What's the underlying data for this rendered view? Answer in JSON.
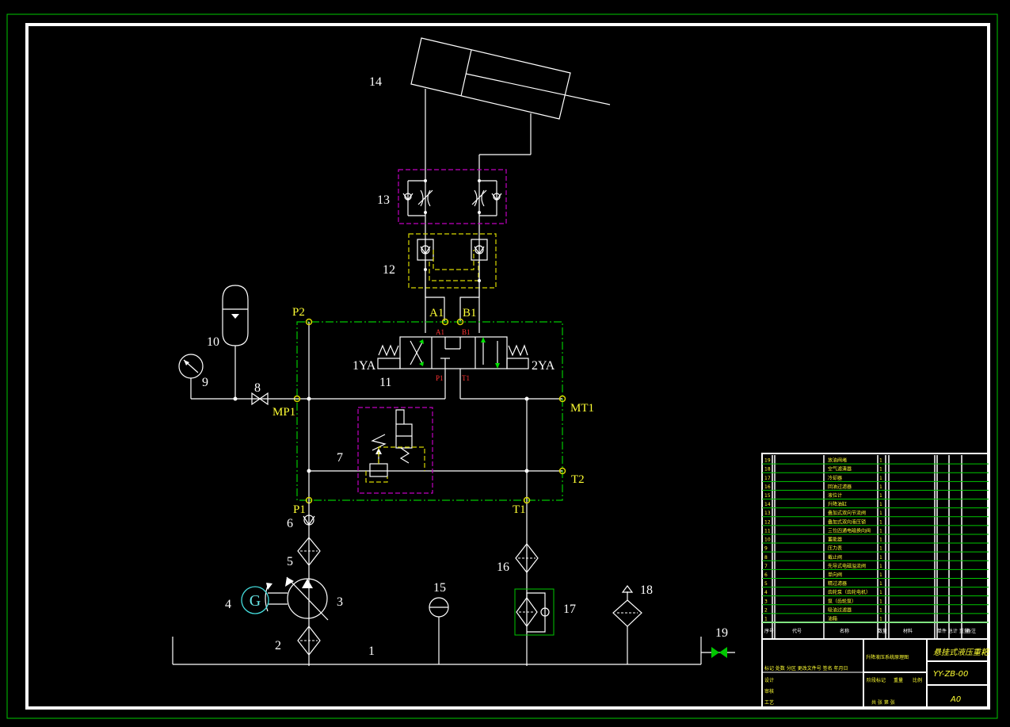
{
  "labels": {
    "n1": "1",
    "n2": "2",
    "n3": "3",
    "n4": "4",
    "n5": "5",
    "n6": "6",
    "n7": "7",
    "n8": "8",
    "n9": "9",
    "n10": "10",
    "n11": "11",
    "n12": "12",
    "n13": "13",
    "n14": "14",
    "n15": "15",
    "n16": "16",
    "n17": "17",
    "n18": "18",
    "n19": "19"
  },
  "motor_symbol": "G",
  "solenoids": {
    "left": "1YA",
    "right": "2YA"
  },
  "ports": {
    "p2": "P2",
    "a1": "A1",
    "b1": "B1",
    "mp1": "MP1",
    "mt1": "MT1",
    "t2": "T2",
    "p1": "P1",
    "t1": "T1"
  },
  "valve_ports": {
    "a1": "A1",
    "b1": "B1",
    "p1": "P1",
    "t1": "T1"
  },
  "title_block": {
    "headers": [
      "序号",
      "代号",
      "名称",
      "数量",
      "材料",
      "单件 总计 重量",
      "备注"
    ],
    "parts": [
      {
        "no": "19",
        "name": "放油阀堵",
        "qty": "1"
      },
      {
        "no": "18",
        "name": "空气滤清器",
        "qty": "1"
      },
      {
        "no": "17",
        "name": "冷却器",
        "qty": "1"
      },
      {
        "no": "16",
        "name": "回油过滤器",
        "qty": "1"
      },
      {
        "no": "15",
        "name": "液位计",
        "qty": "1"
      },
      {
        "no": "14",
        "name": "升降油缸",
        "qty": "1"
      },
      {
        "no": "13",
        "name": "叠加式双向节流阀",
        "qty": "1"
      },
      {
        "no": "12",
        "name": "叠加式双向液压锁",
        "qty": "1"
      },
      {
        "no": "11",
        "name": "三位四通电磁换向阀",
        "qty": "1"
      },
      {
        "no": "10",
        "name": "蓄能器",
        "qty": "1"
      },
      {
        "no": "9",
        "name": "压力表",
        "qty": "1"
      },
      {
        "no": "8",
        "name": "截止阀",
        "qty": "1"
      },
      {
        "no": "7",
        "name": "先导式电磁溢流阀",
        "qty": "1"
      },
      {
        "no": "6",
        "name": "单向阀",
        "qty": "1"
      },
      {
        "no": "5",
        "name": "精过滤器",
        "qty": "1"
      },
      {
        "no": "4",
        "name": "齿轮泵（齿轮电机）",
        "qty": "1"
      },
      {
        "no": "3",
        "name": "泵（齿轮泵）",
        "qty": "1"
      },
      {
        "no": "2",
        "name": "吸油过滤器",
        "qty": "1"
      },
      {
        "no": "1",
        "name": "油箱",
        "qty": "1"
      }
    ],
    "drawing_name": "升降液压系统原理图",
    "product_name": "悬挂式液压重耙",
    "drawing_no": "YY-ZB-00",
    "sheet_size": "A0",
    "sign_rows": [
      "标记 处数 分区 更改文件号 签名 年月日",
      "设计",
      "审核",
      "工艺"
    ],
    "stage_labels": [
      "阶段标记",
      "重量",
      "比例"
    ],
    "sheet_label": "共 张 第 张"
  }
}
